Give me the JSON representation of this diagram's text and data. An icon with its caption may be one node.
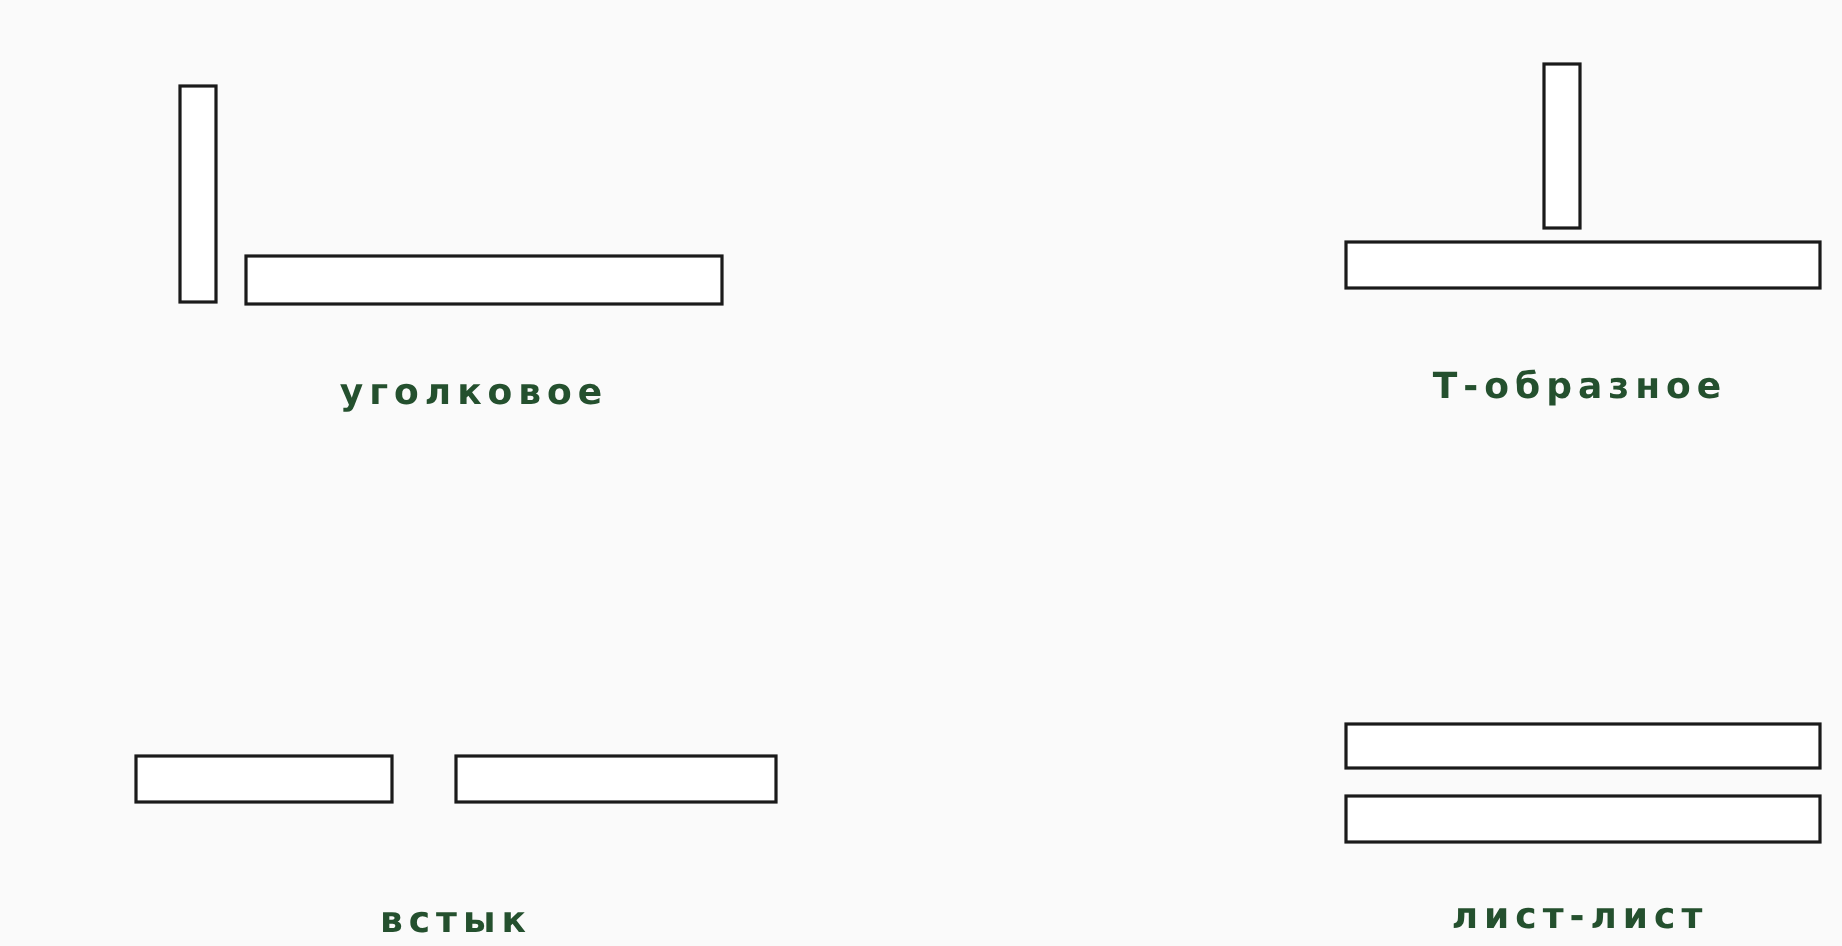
{
  "diagram": {
    "labels": [
      "уголковое",
      "Т-образное",
      "встык",
      "лист-лист"
    ]
  }
}
